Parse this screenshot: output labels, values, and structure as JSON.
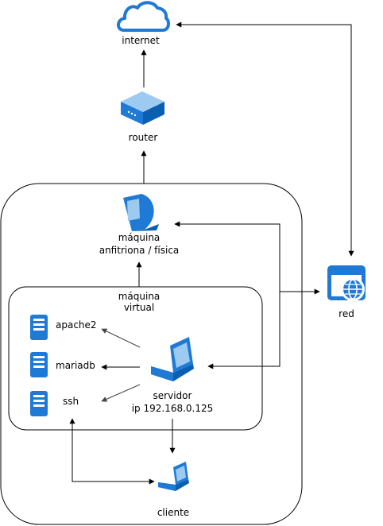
{
  "labels": {
    "internet": "internet",
    "router": "router",
    "host_line1": "máquina",
    "host_line2": "anfitriona / física",
    "vm_line1": "máquina",
    "vm_line2": "virtual",
    "apache": "apache2",
    "mariadb": "mariadb",
    "ssh": "ssh",
    "server_line1": "servidor",
    "server_line2": "ip 192.168.0.125",
    "client": "cliente",
    "network": "red"
  },
  "icons": {
    "cloud": "cloud-icon",
    "router": "router-icon",
    "host": "computer-icon",
    "server": "laptop-icon",
    "client": "laptop-icon",
    "service": "server-rack-icon",
    "network": "network-globe-icon"
  },
  "colors": {
    "accent": "#1f7ad6",
    "accent_dark": "#0b5fb0",
    "accent_light": "#9ccaf0",
    "line": "#000000",
    "gray_line": "#555555"
  }
}
